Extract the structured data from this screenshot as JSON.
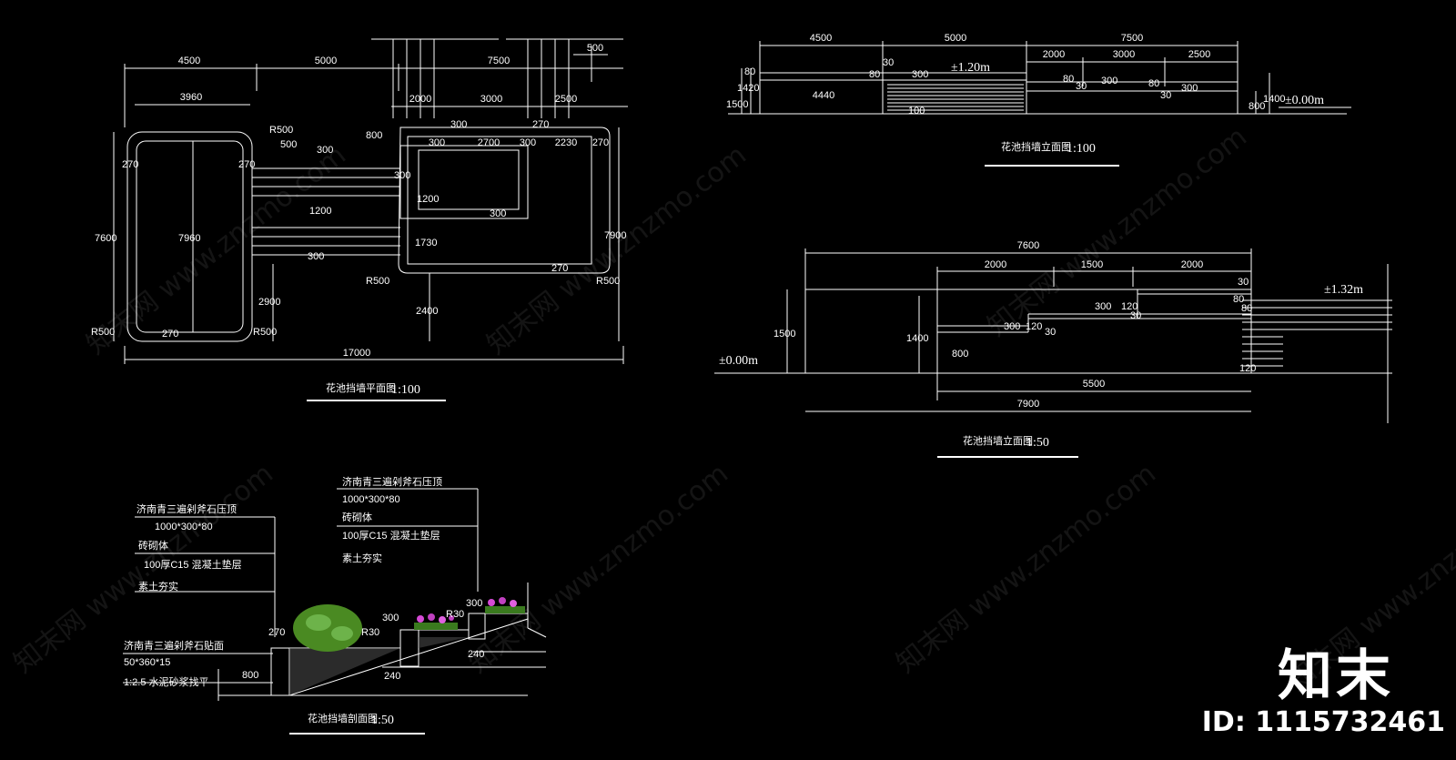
{
  "watermark": {
    "text": "知末网 www.znzmo.com",
    "brand": "知末",
    "id_text": "ID: 1115732461"
  },
  "plan": {
    "title": "花池挡墙平面图",
    "scale": "1:100",
    "dims_top": [
      "4500",
      "5000",
      "7500",
      "500"
    ],
    "dims_inner": [
      "3960",
      "2000",
      "3000",
      "2500"
    ],
    "dims_row": [
      "300",
      "2700",
      "300",
      "2230",
      "270"
    ],
    "dims_misc": [
      "R500",
      "500",
      "300",
      "800",
      "270",
      "270",
      "270",
      "1200",
      "300",
      "1730",
      "300",
      "2900",
      "2400",
      "7600",
      "7960",
      "7900",
      "R500",
      "R500",
      "R500",
      "R500",
      "270",
      "270",
      "300",
      "1200",
      "300",
      "17000"
    ]
  },
  "elev1": {
    "title": "花池挡墙立面图",
    "scale": "1:100",
    "level_top": "±1.20m",
    "level_base": "±0.00m",
    "dims_top": [
      "4500",
      "5000",
      "7500"
    ],
    "dims_sub": [
      "2000",
      "3000",
      "2500"
    ],
    "dims_misc": [
      "4440",
      "1500",
      "1420",
      "80",
      "80",
      "30",
      "300",
      "80",
      "30",
      "300",
      "80",
      "30",
      "300",
      "100",
      "800",
      "1400"
    ]
  },
  "elev2": {
    "title": "花池挡墙立面图",
    "scale": "1:50",
    "level_top": "±1.32m",
    "level_base": "±0.00m",
    "dims": [
      "7600",
      "2000",
      "1500",
      "2000",
      "5500",
      "7900",
      "1500",
      "1400",
      "800",
      "300",
      "120",
      "300",
      "120",
      "30",
      "30",
      "30",
      "80",
      "80",
      "120"
    ]
  },
  "section": {
    "title": "花池挡墙剖面图",
    "scale": "1:50",
    "notes_left": [
      "济南青三遍剁斧石压顶",
      "1000*300*80",
      "砖砌体",
      "100厚C15 混凝土垫层",
      "素土夯实"
    ],
    "notes_right": [
      "济南青三遍剁斧石压顶",
      "1000*300*80",
      "砖砌体",
      "100厚C15 混凝土垫层",
      "素土夯实"
    ],
    "notes_bottom": [
      "济南青三遍剁斧石贴面",
      "50*360*15",
      "1:2.5 水泥砂浆找平"
    ],
    "dims": [
      "270",
      "800",
      "300",
      "R30",
      "300",
      "R30",
      "240",
      "240"
    ]
  }
}
